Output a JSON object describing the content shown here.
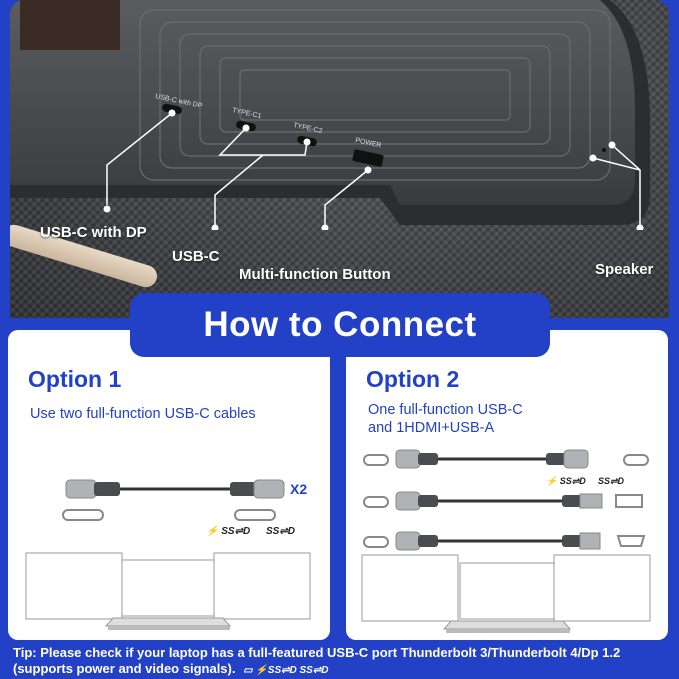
{
  "callouts": {
    "usbc_dp": "USB-C with DP",
    "usbc": "USB-C",
    "button": "Multi-function Button",
    "speaker": "Speaker"
  },
  "device_ports": {
    "port1": "USB-C with DP",
    "port2": "TYPE-C1",
    "port3": "TYPE-C2",
    "port4": "POWER"
  },
  "title": "How to Connect",
  "option1": {
    "title": "Option 1",
    "desc": "Use two full-function USB-C cables",
    "multiplier": "X2"
  },
  "option2": {
    "title": "Option 2",
    "desc_line1": "One full-function USB-C",
    "desc_line2": "and 1HDMI+USB-A"
  },
  "tip": {
    "line1": "Tip: Please check if your laptop has a full-featured USB-C port Thunderbolt 3/Thunderbolt 4/Dp 1.2",
    "line2": "(supports power and video signals)."
  },
  "colors": {
    "brand": "#2341c6",
    "panel": "#ffffff"
  }
}
